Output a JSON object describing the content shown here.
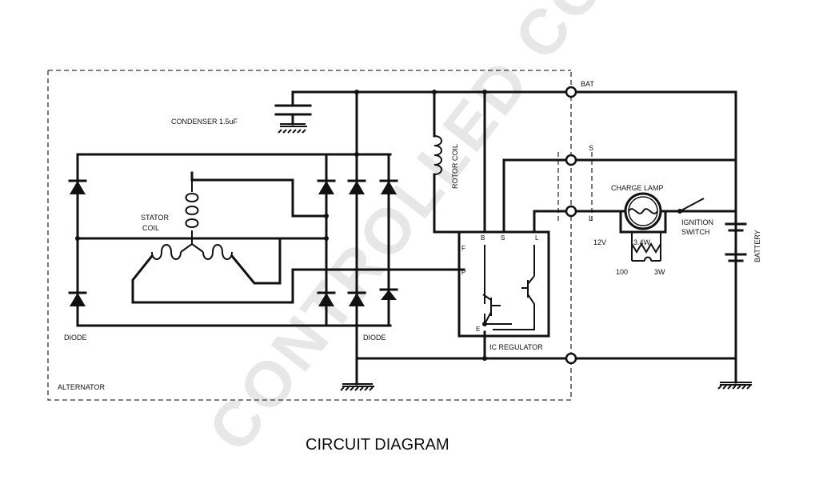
{
  "labels": {
    "condenser": "CONDENSER 1.5uF",
    "stator_coil_1": "STATOR",
    "stator_coil_2": "COIL",
    "rotor_coil": "ROTOR COIL",
    "diode_left": "DIODE",
    "diode_right": "DIODE",
    "alternator": "ALTERNATOR",
    "ic_regulator": "IC REGULATOR",
    "charge_lamp": "CHARGE LAMP",
    "lamp_voltage": "12V",
    "lamp_wattage": "3.4W",
    "resistor_ohms": "100",
    "resistor_watts": "3W",
    "ignition_switch_1": "IGNITION",
    "ignition_switch_2": "SWITCH",
    "battery": "BATTERY",
    "terminal_b": "BAT",
    "terminal_s": "S",
    "terminal_l": "L",
    "reg_pin_b": "B",
    "reg_pin_s": "S",
    "reg_pin_l": "L",
    "reg_pin_f": "F",
    "reg_pin_p": "P",
    "reg_pin_e": "E",
    "title": "CIRCUIT DIAGRAM"
  },
  "watermark": "CONTROLLED COPY",
  "colors": {
    "ink": "#111111",
    "background": "#ffffff"
  }
}
